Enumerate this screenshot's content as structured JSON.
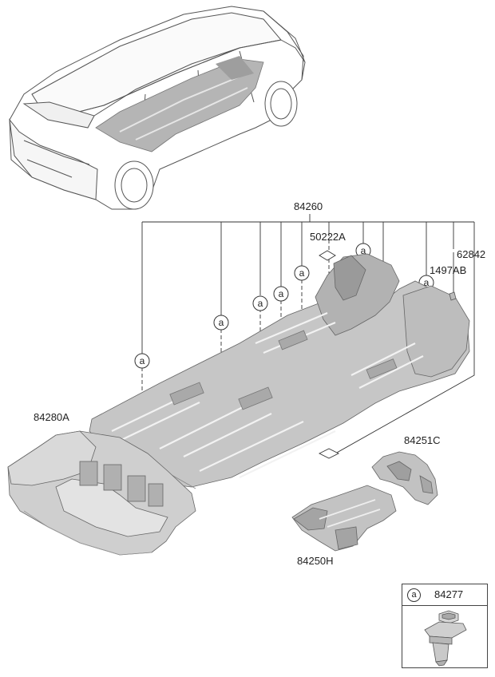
{
  "labels": {
    "main_assy": "84260",
    "cover": "50222A",
    "clip_group": "62842",
    "fastener": "1497AB",
    "rear_pad": "84280A",
    "side_pad": "84251C",
    "front_pad": "84250H"
  },
  "callout_marker": "a",
  "legend": {
    "marker": "a",
    "part_number": "84277"
  },
  "colors": {
    "line": "#333333",
    "part_fill": "#c9c9c9",
    "part_dark": "#9a9a9a",
    "part_light": "#e2e2e2",
    "car_line": "#555555"
  }
}
